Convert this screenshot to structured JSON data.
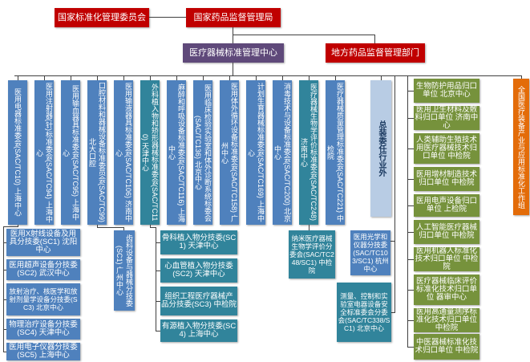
{
  "top": {
    "sac": "国家标准化管理委员会",
    "nmpa": "国家药品监督管理局",
    "center": "医疗器械标准管理中心",
    "local": "地方药品监督管理部门"
  },
  "outside_label": "总装委任行业外",
  "committees": [
    "医用电器标准委会(SAC/TC10) 上海中心",
    "医用注射器(针)标准委会(SAC/TC94) 上海中心",
    "医用输血器具标准委会(SAC/TC95) 上海中心",
    "口腔材料和器械设备标准委员会(SAC/TC99) 北大口腔",
    "医用输液器具标准委会(SAC/TC106) 济南中心",
    "外科植入物和矫形器械标准委会(SAC/TC110) 天津中心",
    "麻醉和呼吸设备标准委会(SAC/TC116) 上海中心",
    "医用临床检验实验室和体外诊断系统标委会(SAC/TC136) 北京中心",
    "医用体外循环设备标准委会(SAC/TC158) 广州中心",
    "计划生育器械标准委会(SAC/TC169) 上海中心",
    "消毒技术与设备标准委会(SAC/TC200) 北京中心",
    "医疗器械生物学评价标准委会(SAC/TC248) 济南中心",
    "医疗器械质量管理标准委会(SAC/TC221) 中检院"
  ],
  "tc10_subs": [
    "医用X射线设备及用具分技委(SC1) 沈阳中心",
    "医用超声设备分技委(SC2) 武汉中心",
    "放射治疗、核医学和放射剂量学设备分技委(SC3) 北京中心",
    "物理治疗设备分技委(SC4) 天津中心",
    "医用电子仪器分技委(SC5) 上海中心"
  ],
  "tc99_sub": "齿科设备与器械分技委(SC1) 广州中心",
  "tc110_subs": [
    "骨科植入物分技委(SC1) 天津中心",
    "心血管植入物分技委(SC2) 天津中心",
    "组织工程医疗器械产品分技委(SC3) 中检院",
    "有源植入物分技委(SC4) 上海中心"
  ],
  "nano_sub": "纳米医疗器械生物学评价分委会(SAC/TC248/SC1) 中检院",
  "optics_sub": "医用光学和仪器分技委(SAC/TC103/SC1) 杭州中心",
  "lab_equipment_sub": "测量、控制和实验室电器设备安全标准委会分委会(SAC/TC338/SC1) 北京中心",
  "centralized_units": [
    "生物防护用品归口单位 北京中心",
    "医用卫生材料及敷料归口单位 济南中心",
    "人类辅助生殖技术用医疗器械技术归口单位 中检院",
    "医用增材制造技术归口单位 中检院",
    "医用电声设备归口单位 上检院",
    "人工智能医疗器械归口单位 中检院",
    "医用机器人标准化技术归口单位 中检院",
    "医疗器械临床评价标准化技术归口单位 器审中心",
    "医用高通量测序标准化技术归口单位 中检院",
    "中医器械标准化技术归口单位 中检院"
  ],
  "workgroup": "全国医疗装备产业与应用标准化工作组",
  "colors": {
    "red": "#c00000",
    "purple": "#5f497a",
    "blue": "#4f81bd",
    "teal": "#31849b",
    "pale_blue": "#b8cce4",
    "green": "#76923c",
    "orange": "#e36c09"
  }
}
